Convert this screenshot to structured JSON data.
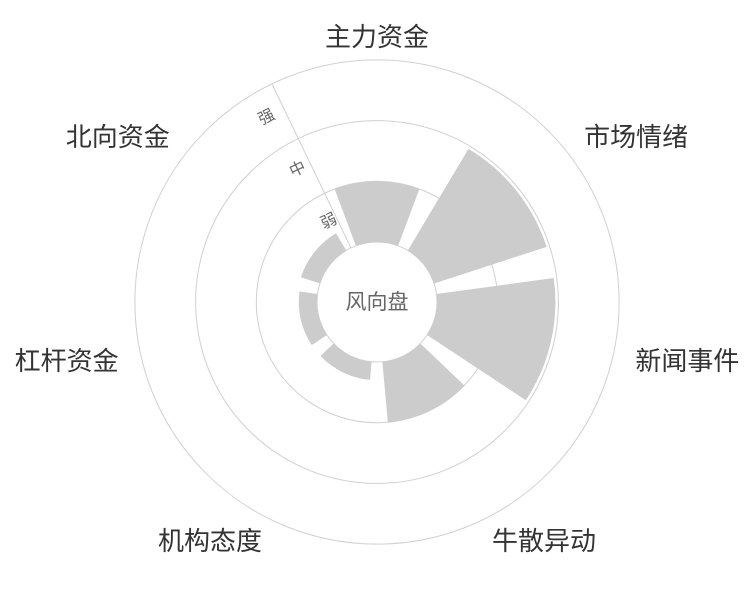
{
  "chart_data": {
    "type": "polar-bar",
    "title": "风向盘",
    "categories": [
      "主力资金",
      "市场情绪",
      "新闻事件",
      "牛散异动",
      "机构态度",
      "杠杆资金",
      "北向资金"
    ],
    "values": [
      1.0,
      1.95,
      1.95,
      1.0,
      0.3,
      0.3,
      0.33
    ],
    "radial_axis": {
      "range": [
        0,
        3
      ],
      "tick_labels": [
        "弱",
        "中",
        "强"
      ]
    },
    "colors": {
      "bar": "#cccccc",
      "grid": "#d0d0d0",
      "label": "#333333",
      "center": "#666666"
    }
  }
}
